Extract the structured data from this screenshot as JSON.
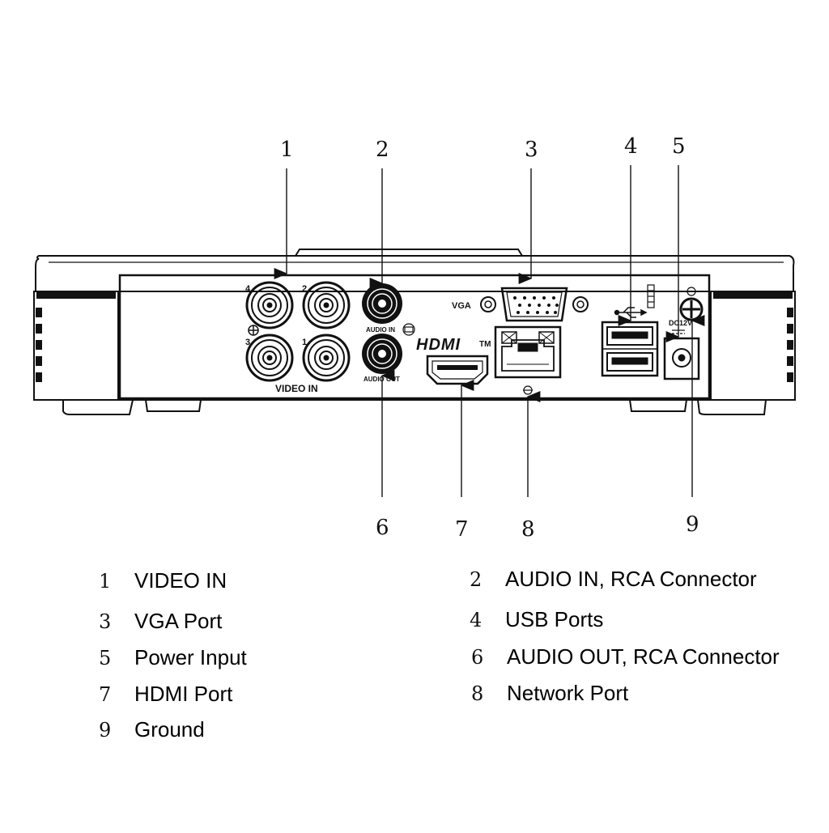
{
  "diagram": {
    "callouts": [
      "1",
      "2",
      "3",
      "4",
      "5",
      "6",
      "7",
      "8",
      "9"
    ],
    "panel_labels": {
      "video_in": "VIDEO IN",
      "audio_in": "AUDIO IN",
      "audio_out": "AUDIO OUT",
      "vga": "VGA",
      "hdmi": "HDMI",
      "tm": "TM",
      "dc": "DC12V",
      "bnc_4": "4",
      "bnc_2": "2",
      "bnc_3": "3",
      "bnc_1": "1"
    }
  },
  "legend": [
    {
      "num": "1",
      "label": "VIDEO IN"
    },
    {
      "num": "2",
      "label": "AUDIO IN, RCA Connector"
    },
    {
      "num": "3",
      "label": "VGA Port"
    },
    {
      "num": "4",
      "label": "USB Ports"
    },
    {
      "num": "5",
      "label": "Power Input"
    },
    {
      "num": "6",
      "label": "AUDIO OUT, RCA Connector"
    },
    {
      "num": "7",
      "label": "HDMI Port"
    },
    {
      "num": "8",
      "label": "Network Port"
    },
    {
      "num": "9",
      "label": "Ground"
    }
  ]
}
